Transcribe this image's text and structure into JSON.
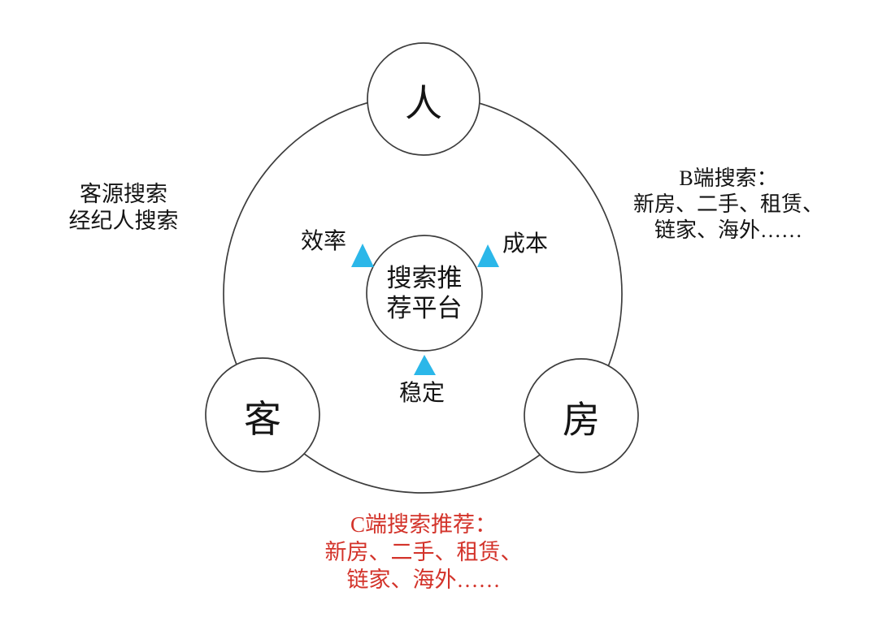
{
  "diagram": {
    "colors": {
      "stroke": "#3d3d3d",
      "triangle": "#2bb7e9",
      "red_text": "#d3332a",
      "text": "#141414",
      "background": "#ffffff"
    },
    "nodes": {
      "top": "人",
      "bottom_left": "客",
      "bottom_right": "房"
    },
    "platform": {
      "line1": "搜索推",
      "line2": "荐平台"
    },
    "pillars": {
      "left": "效率",
      "right": "成本",
      "bottom": "稳定"
    },
    "left_note": {
      "line1": "客源搜索",
      "line2": "经纪人搜索"
    },
    "right_note": {
      "line1": "B端搜索：",
      "line2": "新房、二手、租赁、",
      "line3": "链家、海外……"
    },
    "bottom_note": {
      "line1": "C端搜索推荐：",
      "line2": "新房、二手、租赁、",
      "line3": "链家、海外……"
    },
    "icons": {
      "triangle_marker": "triangle-up"
    }
  }
}
